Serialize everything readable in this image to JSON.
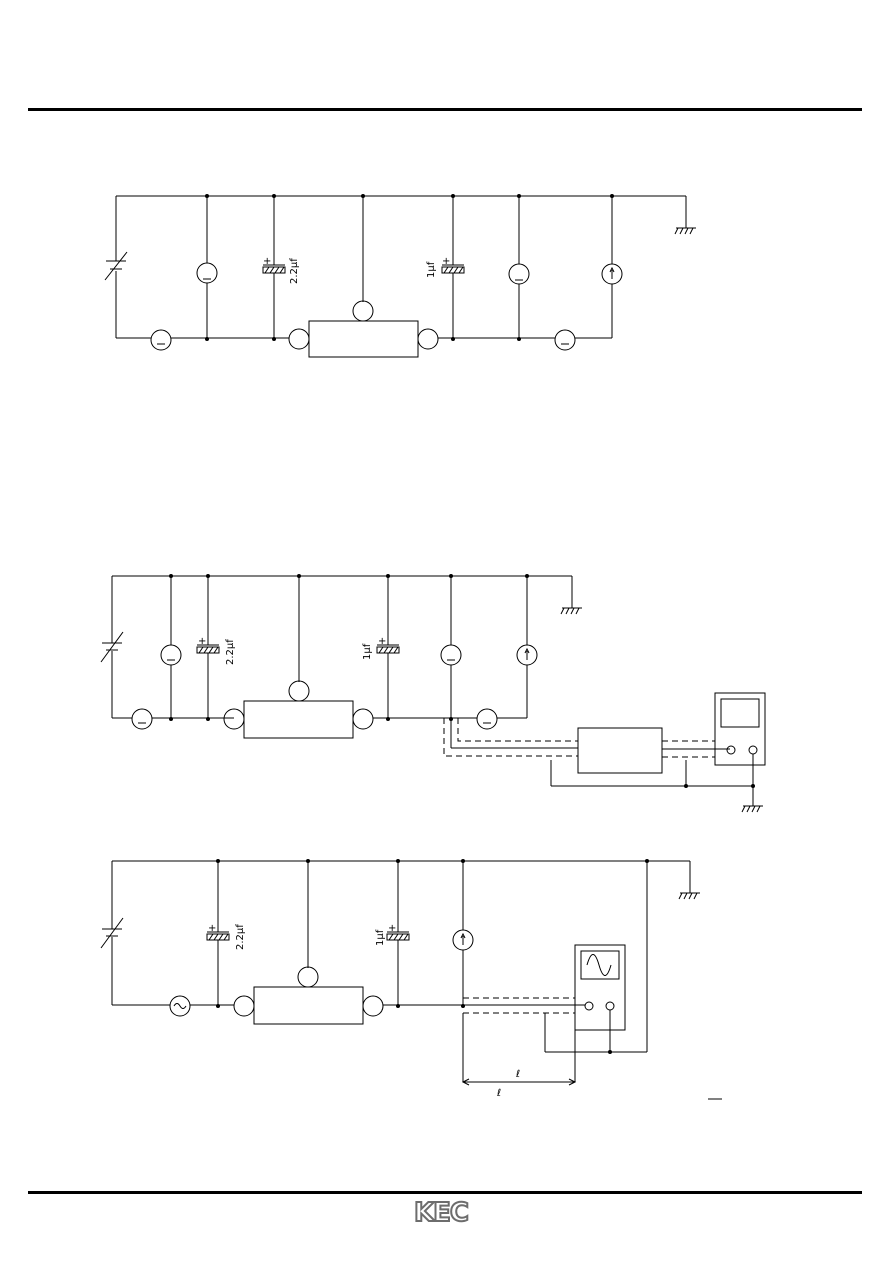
{
  "diagram1": {
    "cap_left": "2.2μf",
    "cap_right": "1μf",
    "plus": "+"
  },
  "diagram2": {
    "cap_left": "2.2μf",
    "cap_right": "1μf",
    "plus": "+"
  },
  "diagram3": {
    "cap_left": "2.2μf",
    "cap_right": "1μf",
    "plus": "+",
    "length_label_1": "ℓ",
    "length_label_2": "ℓ"
  },
  "footer": {
    "logo": "KEC"
  }
}
